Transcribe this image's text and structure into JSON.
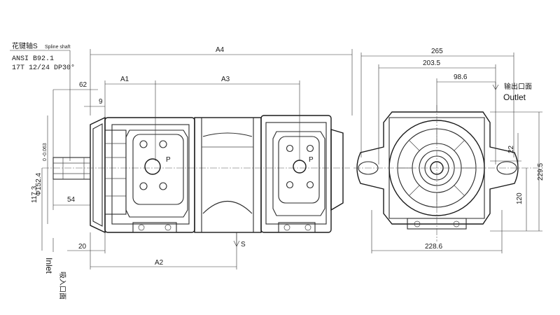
{
  "spline": {
    "title_cn": "花键轴S",
    "title_en": "Spline shaft",
    "line2": "ANSI B92.1",
    "line3": "17T 12/24 DP30°"
  },
  "dims": {
    "a4": "A4",
    "a1": "A1",
    "a3": "A3",
    "a2": "A2",
    "d62": "62",
    "d9": "9",
    "d54": "54",
    "d20": "20",
    "d117": "117.3",
    "dia": "Φ152.4",
    "tol": "0 -0.063",
    "s": "S",
    "p1": "P",
    "p2": "P",
    "d265": "265",
    "d203": "203.5",
    "d98": "98.6",
    "d22": "22",
    "d229": "229.5",
    "d120": "120",
    "d228": "228.6"
  },
  "labels": {
    "outlet_cn": "输出口面",
    "outlet_en": "Outlet",
    "inlet_cn": "吸入口面",
    "inlet_en": "Inlet"
  },
  "colors": {
    "ink": "#1a1a1a",
    "paper": "#ffffff"
  }
}
